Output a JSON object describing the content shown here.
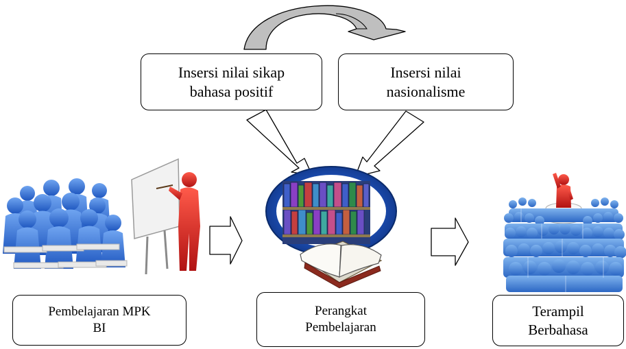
{
  "boxes": {
    "nilai_sikap": "Insersi nilai sikap\nbahasa positif",
    "nasionalisme": "Insersi nilai\nnasionalisme",
    "mpk": "Pembelajaran MPK\nBI",
    "perangkat": "Perangkat\nPembelajaran",
    "terampil": "Terampil\nBerbahasa"
  },
  "icons": {
    "classroom": "classroom-teacher-illustration",
    "books": "bookshelf-open-book-illustration",
    "crowd": "crowd-leader-illustration"
  },
  "colors": {
    "curved_arrow_fill": "#bfbfbf",
    "people_blue": "#2f6fd6",
    "leader_red": "#d81e1e",
    "books_oval": "#1d4fb5"
  }
}
